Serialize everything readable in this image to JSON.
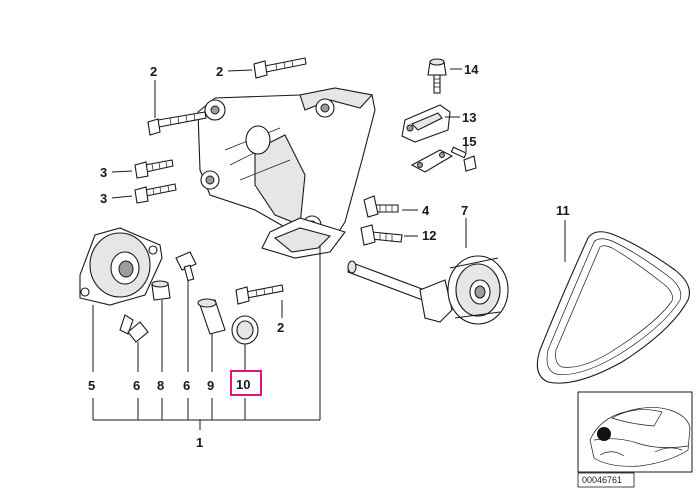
{
  "diagram": {
    "callouts": [
      {
        "id": "c2a",
        "text": "2"
      },
      {
        "id": "c2b",
        "text": "2"
      },
      {
        "id": "c14",
        "text": "14"
      },
      {
        "id": "c13",
        "text": "13"
      },
      {
        "id": "c15",
        "text": "15"
      },
      {
        "id": "c3a",
        "text": "3"
      },
      {
        "id": "c3b",
        "text": "3"
      },
      {
        "id": "c4",
        "text": "4"
      },
      {
        "id": "c7",
        "text": "7"
      },
      {
        "id": "c11",
        "text": "11"
      },
      {
        "id": "c12",
        "text": "12"
      },
      {
        "id": "c2c",
        "text": "2"
      },
      {
        "id": "c5",
        "text": "5"
      },
      {
        "id": "c6a",
        "text": "6"
      },
      {
        "id": "c8",
        "text": "8"
      },
      {
        "id": "c6b",
        "text": "6"
      },
      {
        "id": "c9",
        "text": "9"
      },
      {
        "id": "c10",
        "text": "10"
      },
      {
        "id": "c1",
        "text": "1"
      }
    ],
    "highlight_color": "#e0157a",
    "reference_number": "00046761"
  }
}
